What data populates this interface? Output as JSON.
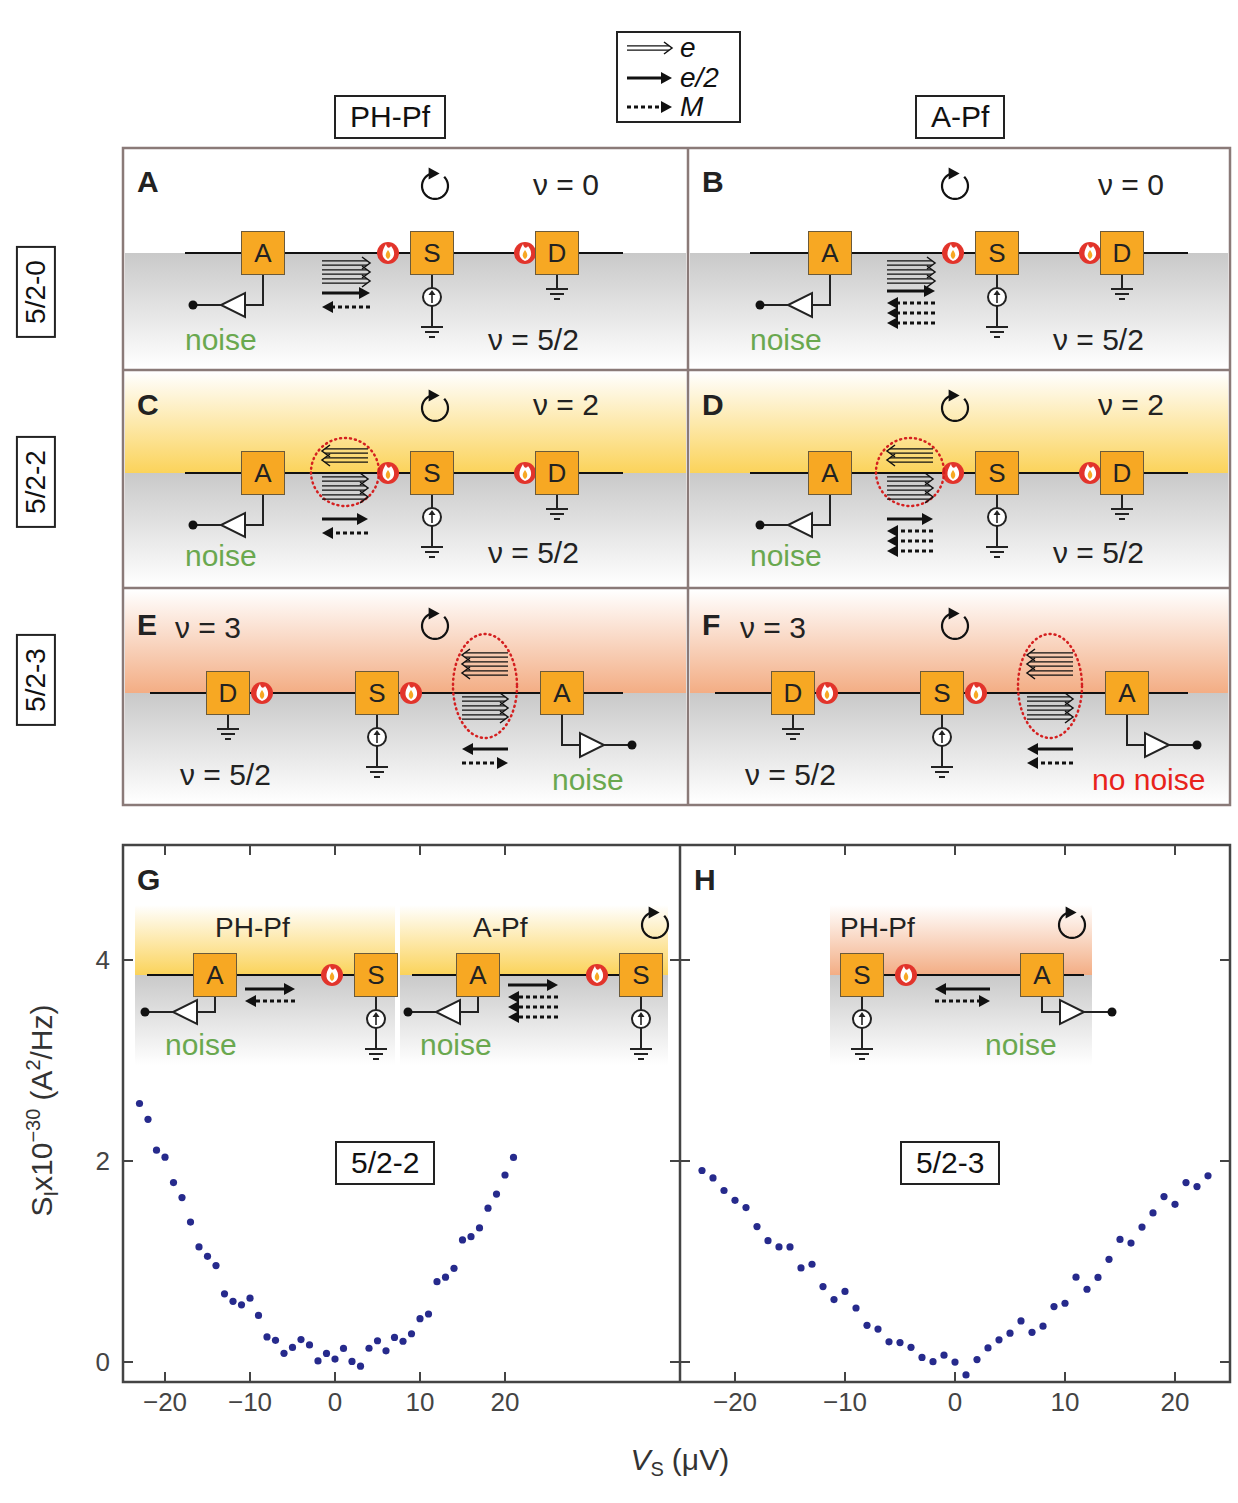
{
  "diagram": {
    "nodes": [
      {
        "text": [
          "PH-Pf"
        ]
      },
      {
        "text": [
          "A-Pf"
        ]
      },
      {
        "text": [
          "5/2-0"
        ]
      },
      {
        "text": [
          "A"
        ]
      },
      {
        "text": [
          "S"
        ]
      },
      {
        "text": [
          "D"
        ]
      },
      {
        "text": [
          "A"
        ]
      },
      {
        "text": [
          "S"
        ]
      },
      {
        "text": [
          "D"
        ]
      },
      {
        "text": [
          "5/2-2"
        ]
      },
      {
        "text": [
          "A"
        ]
      },
      {
        "text": [
          "S"
        ]
      },
      {
        "text": [
          "D"
        ]
      },
      {
        "text": [
          "A"
        ]
      },
      {
        "text": [
          "S"
        ]
      },
      {
        "text": [
          "D"
        ]
      },
      {
        "text": [
          "5/2-3"
        ]
      },
      {
        "text": [
          "D"
        ]
      },
      {
        "text": [
          "S"
        ]
      },
      {
        "text": [
          "A"
        ]
      },
      {
        "text": [
          "D"
        ]
      },
      {
        "text": [
          "S"
        ]
      },
      {
        "text": [
          "A"
        ]
      },
      {
        "text": [
          "A"
        ]
      },
      {
        "text": [
          "S"
        ]
      },
      {
        "text": [
          "A"
        ]
      },
      {
        "text": [
          "S"
        ]
      },
      {
        "text": [
          "5/2-2"
        ]
      },
      {
        "text": [
          "S"
        ]
      },
      {
        "text": [
          "A"
        ]
      },
      {
        "text": [
          "5/2-3"
        ]
      }
    ],
    "labels": [
      "A",
      "ν = 0",
      "ν = 5/2",
      "noise",
      "B",
      "ν = 0",
      "ν = 5/2",
      "noise",
      "C",
      "ν = 2",
      "ν = 5/2",
      "noise",
      "D",
      "ν = 2",
      "ν = 5/2",
      "noise",
      "E",
      "ν = 3",
      "ν = 5/2",
      "noise",
      "F",
      "ν = 3",
      "ν = 5/2",
      "no noise",
      "G",
      "PH-Pf",
      "noise",
      "A-Pf",
      "noise",
      "H",
      "PH-Pf",
      "noise",
      "4",
      "2",
      "0",
      "−20",
      "−10",
      "0",
      "10",
      "20",
      "−20",
      "−10",
      "0",
      "10",
      "20",
      "S",
      "I",
      "x10",
      "−30",
      "(A",
      "2",
      "/Hz)",
      "V",
      "S",
      "(μV)"
    ],
    "legend": [
      {
        "text": "e"
      },
      {
        "text": "e/2"
      },
      {
        "text": "M"
      }
    ]
  }
}
